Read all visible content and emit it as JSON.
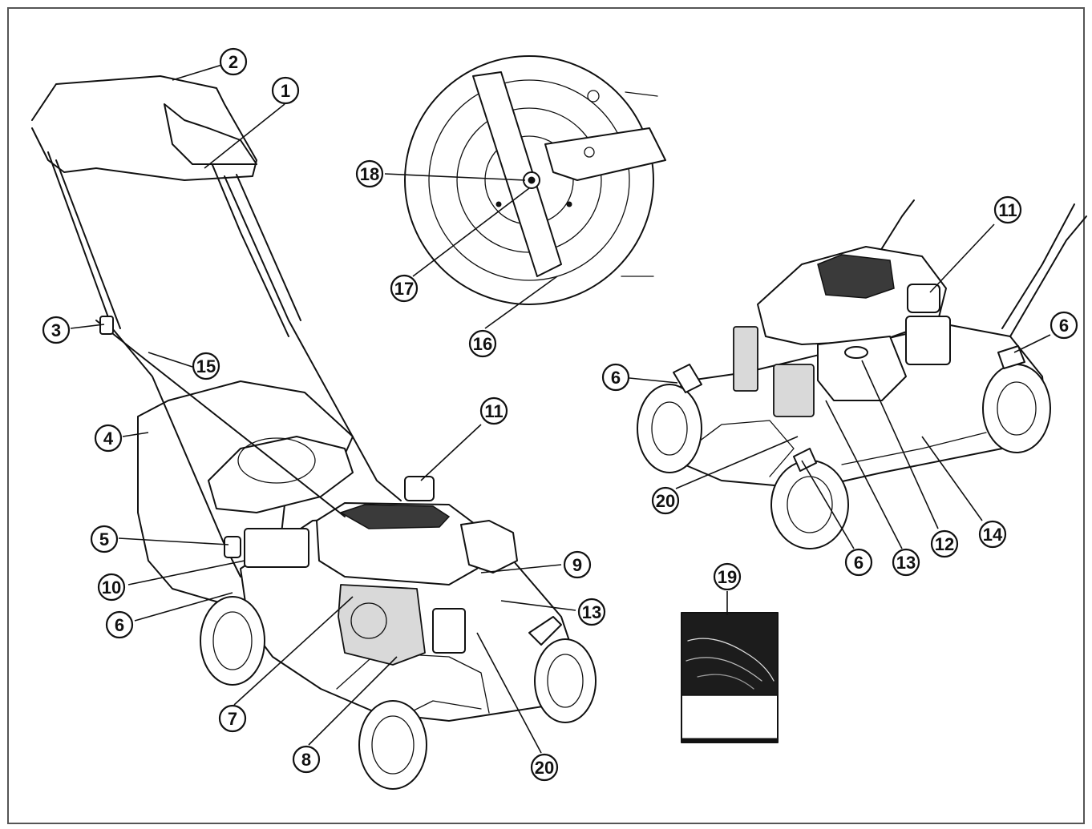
{
  "callouts": [
    "1",
    "2",
    "3",
    "4",
    "5",
    "6",
    "7",
    "8",
    "9",
    "10",
    "11",
    "12",
    "13",
    "14",
    "15",
    "16",
    "17",
    "18",
    "19",
    "20"
  ],
  "manual_cover_logo": "",
  "colors": {
    "line": "#111111",
    "background": "#ffffff",
    "frame": "#555555",
    "shade": "#d9d9d9"
  }
}
